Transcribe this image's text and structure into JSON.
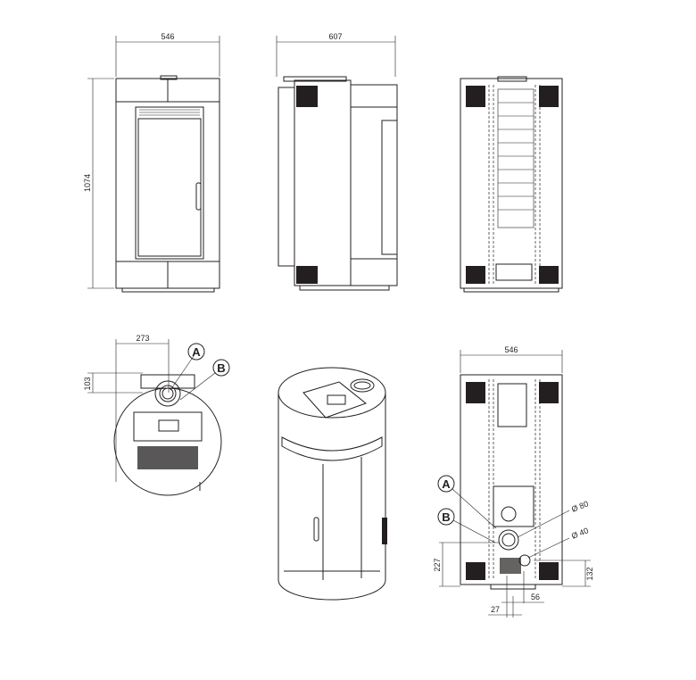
{
  "front_view": {
    "width_dim": "546",
    "height_dim": "1074"
  },
  "side_view": {
    "depth_dim": "607"
  },
  "top_view": {
    "offset_x_dim": "273",
    "offset_y_dim": "103",
    "label_a": "A",
    "label_b": "B"
  },
  "rear_view": {
    "width_dim": "546",
    "label_a": "A",
    "label_b": "B",
    "flue_diameter": "Ø 80",
    "air_intake_diameter": "Ø 40",
    "flue_height_dim": "227",
    "intake_height_dim": "132",
    "intake_offset_dim": "56",
    "flue_offset_dim": "27"
  },
  "colors": {
    "line": "#231f20",
    "fill": "#e8e8e8"
  }
}
